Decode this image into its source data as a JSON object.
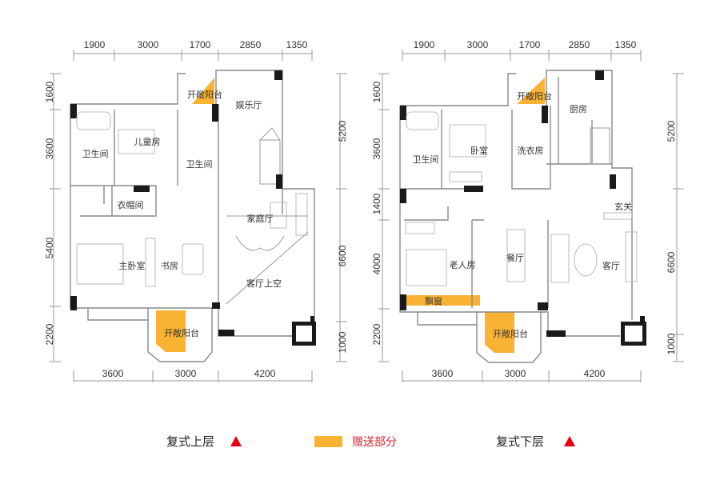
{
  "colors": {
    "gift_area": "#f9b233",
    "marker": "#e60012"
  },
  "upper_plan": {
    "top_dims": [
      "1900",
      "3000",
      "1700",
      "2850",
      "1350"
    ],
    "left_dims": [
      "1600",
      "3600",
      "5400",
      "2200"
    ],
    "right_dims": [
      "5200",
      "6600",
      "1000"
    ],
    "bottom_dims": [
      "3600",
      "3000",
      "4200"
    ],
    "rooms": {
      "balcony_top": "开敞阳台",
      "entertainment": "娱乐厅",
      "kids_room": "儿童房",
      "bath_left": "卫生间",
      "bath_right": "卫生间",
      "cloakroom": "衣帽间",
      "family_hall": "家庭厅",
      "master_bedroom": "主卧室",
      "study": "书房",
      "living_void": "客厅上空",
      "balcony_bottom": "开敞阳台"
    },
    "caption": "复式上层"
  },
  "lower_plan": {
    "top_dims": [
      "1900",
      "3000",
      "1700",
      "2850",
      "1350"
    ],
    "left_dims": [
      "1600",
      "3600",
      "1400",
      "4000",
      "2200"
    ],
    "right_dims": [
      "5200",
      "6600",
      "1000"
    ],
    "bottom_dims": [
      "3600",
      "3000",
      "4200"
    ],
    "rooms": {
      "balcony_top": "开敞阳台",
      "kitchen": "厨房",
      "bedroom": "卧室",
      "bath": "卫生间",
      "laundry": "洗衣房",
      "foyer": "玄关",
      "dining": "餐厅",
      "elder_room": "老人房",
      "living": "客厅",
      "bay_window": "飘窗",
      "balcony_bottom": "开敞阳台"
    },
    "caption": "复式下层"
  },
  "legend": {
    "gift_label": "赠送部分"
  }
}
